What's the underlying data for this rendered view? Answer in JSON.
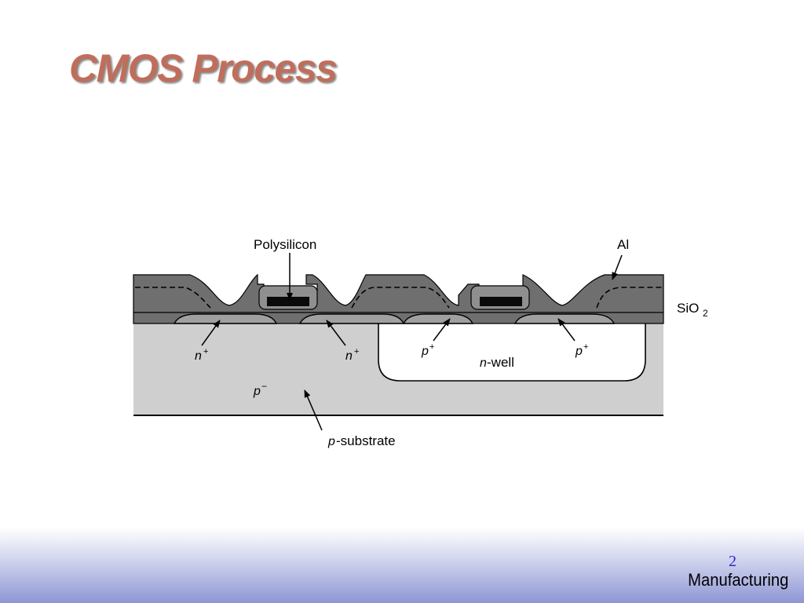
{
  "slide": {
    "title": "CMOS Process",
    "page_number": "2",
    "footer": "Manufacturing"
  },
  "diagram": {
    "labels": {
      "polysilicon": "Polysilicon",
      "al": "Al",
      "sio2_base": "SiO",
      "sio2_sub": "2",
      "n_plus_left": "n",
      "n_plus_right": "n",
      "p_plus_left": "p",
      "p_plus_right": "p",
      "plus_sign": "+",
      "minus_sign": "−",
      "n_well_italic": "n",
      "n_well_rest": "-well",
      "p_minus": "p",
      "p_substrate_italic": "p",
      "p_substrate_rest": "-substrate"
    },
    "colors": {
      "substrate": "#cfcfcf",
      "oxide": "#6f6f6f",
      "diffusion": "#a0a0a0",
      "nwell": "#ffffff",
      "gate": "#0a0a0a",
      "title": "#c06e5c"
    }
  }
}
